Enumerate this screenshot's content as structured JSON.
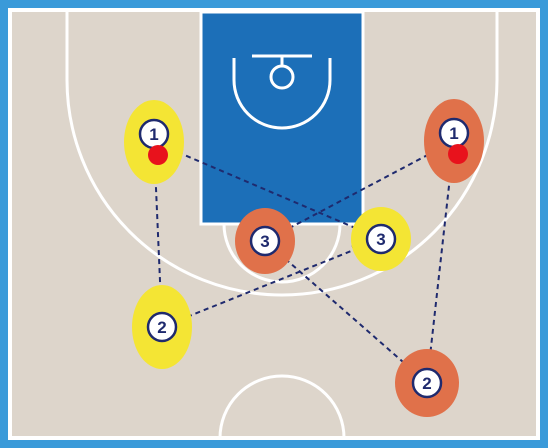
{
  "colors": {
    "frame": "#3a9ad9",
    "court": "#ddd5cb",
    "paint": "#1c6fb8",
    "lines": "#ffffff",
    "team_yellow": "#f4e534",
    "team_orange": "#e0714a",
    "ball": "#e8121c",
    "arrow": "#1f2a6e",
    "marker_fill": "#ffffff",
    "marker_stroke": "#1f2a6e"
  },
  "players": [
    {
      "id": "y1",
      "team": "yellow",
      "label": "1",
      "has_ball": true
    },
    {
      "id": "y2",
      "team": "yellow",
      "label": "2",
      "has_ball": false
    },
    {
      "id": "y3",
      "team": "yellow",
      "label": "3",
      "has_ball": false
    },
    {
      "id": "o1",
      "team": "orange",
      "label": "1",
      "has_ball": true
    },
    {
      "id": "o2",
      "team": "orange",
      "label": "2",
      "has_ball": false
    },
    {
      "id": "o3",
      "team": "orange",
      "label": "3",
      "has_ball": false
    }
  ],
  "passes": [
    {
      "from": "y2",
      "to": "y1"
    },
    {
      "from": "y2",
      "to": "y3"
    },
    {
      "from": "y3",
      "to": "y1"
    },
    {
      "from": "o3",
      "to": "o1"
    },
    {
      "from": "o1",
      "to": "o2"
    },
    {
      "from": "o3",
      "to": "o2"
    }
  ]
}
